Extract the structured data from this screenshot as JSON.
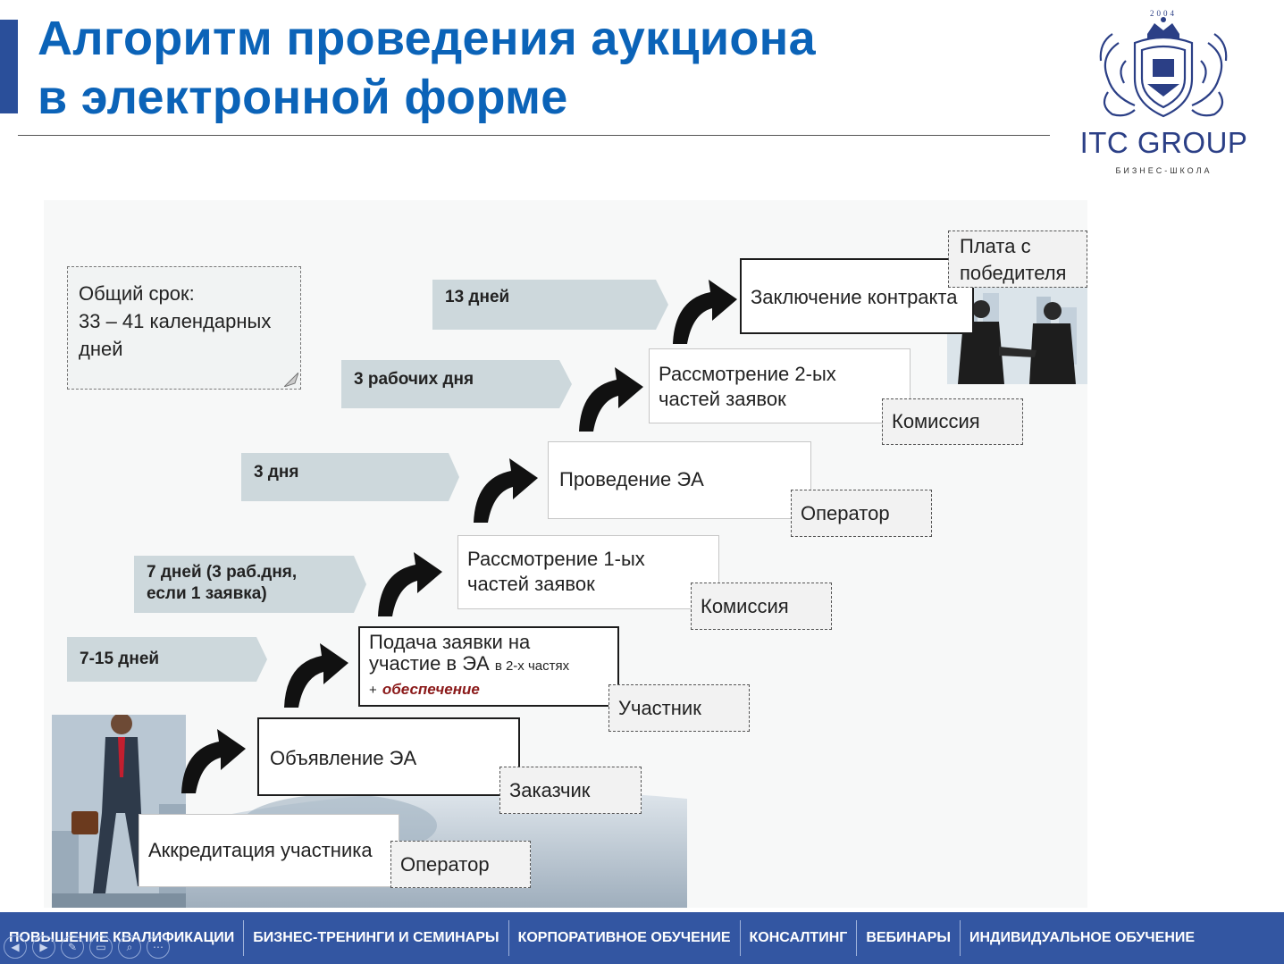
{
  "title": {
    "line1": "Алгоритм проведения аукциона",
    "line2": "в электронной форме"
  },
  "logo": {
    "year": "2004",
    "name": "ITC GROUP",
    "subtitle": "БИЗНЕС-ШКОЛА"
  },
  "note": {
    "line1": "Общий срок:",
    "line2": "33 – 41 календарных",
    "line3": "дней"
  },
  "durations": {
    "d1": "7-15 дней",
    "d2_line1": "7 дней (3 раб.дня,",
    "d2_line2": "если 1 заявка)",
    "d3": "3 дня",
    "d4": "3  рабочих дня",
    "d5": "13  дней"
  },
  "steps": {
    "accreditation": "Аккредитация участника",
    "announcement": "Объявление ЭА",
    "application_line1": "Подача заявки на",
    "application_line2": "участие в ЭА",
    "application_small": "в 2-х частях",
    "application_plus": "+",
    "application_security": "обеспечение",
    "review1_line1": "Рассмотрение 1-ых",
    "review1_line2": "частей заявок",
    "auction": "Проведение ЭА",
    "review2_line1": "Рассмотрение 2-ых",
    "review2_line2": "частей заявок",
    "contract": "Заключение контракта"
  },
  "roles": {
    "accreditation": "Оператор",
    "announcement": "Заказчик",
    "application": "Участник",
    "review1": "Комиссия",
    "auction": "Оператор",
    "review2": "Комиссия",
    "contract_line1": "Плата с",
    "contract_line2": "победителя"
  },
  "footer": [
    "ПОВЫШЕНИЕ КВАЛИФИКАЦИИ",
    "БИЗНЕС-ТРЕНИНГИ И СЕМИНАРЫ",
    "КОРПОРАТИВНОЕ ОБУЧЕНИЕ",
    "КОНСАЛТИНГ",
    "ВЕБИНАРЫ",
    "ИНДИВИДУАЛЬНОЕ ОБУЧЕНИЕ"
  ],
  "colors": {
    "title": "#0b63b8",
    "footer": "#3356a2",
    "accent": "#2a4f9a",
    "logo": "#2b3f86",
    "security_text": "#8b1a1a"
  }
}
